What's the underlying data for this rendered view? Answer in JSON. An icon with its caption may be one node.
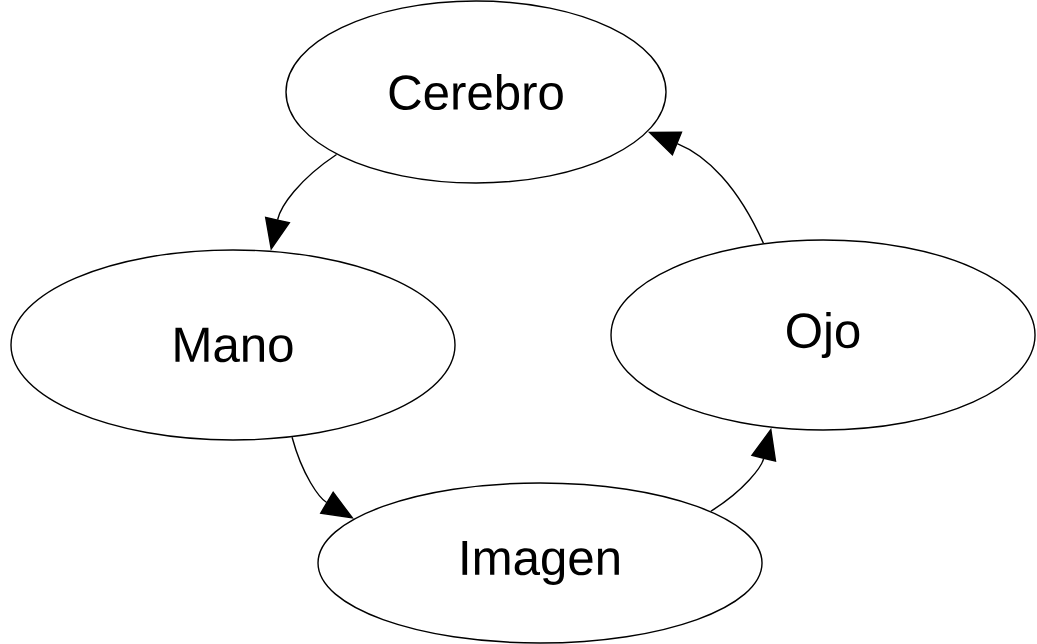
{
  "diagram": {
    "nodes": [
      {
        "text": [
          "Cerebro"
        ]
      },
      {
        "text": [
          "Mano"
        ]
      },
      {
        "text": [
          "Ojo"
        ]
      },
      {
        "text": [
          "Imagen"
        ]
      }
    ],
    "edges": [
      {
        "from": 0,
        "to": 1,
        "arrow": "to"
      },
      {
        "from": 1,
        "to": 3,
        "arrow": "to"
      },
      {
        "from": 3,
        "to": 2,
        "arrow": "to"
      },
      {
        "from": 2,
        "to": 0,
        "arrow": "to"
      }
    ]
  }
}
